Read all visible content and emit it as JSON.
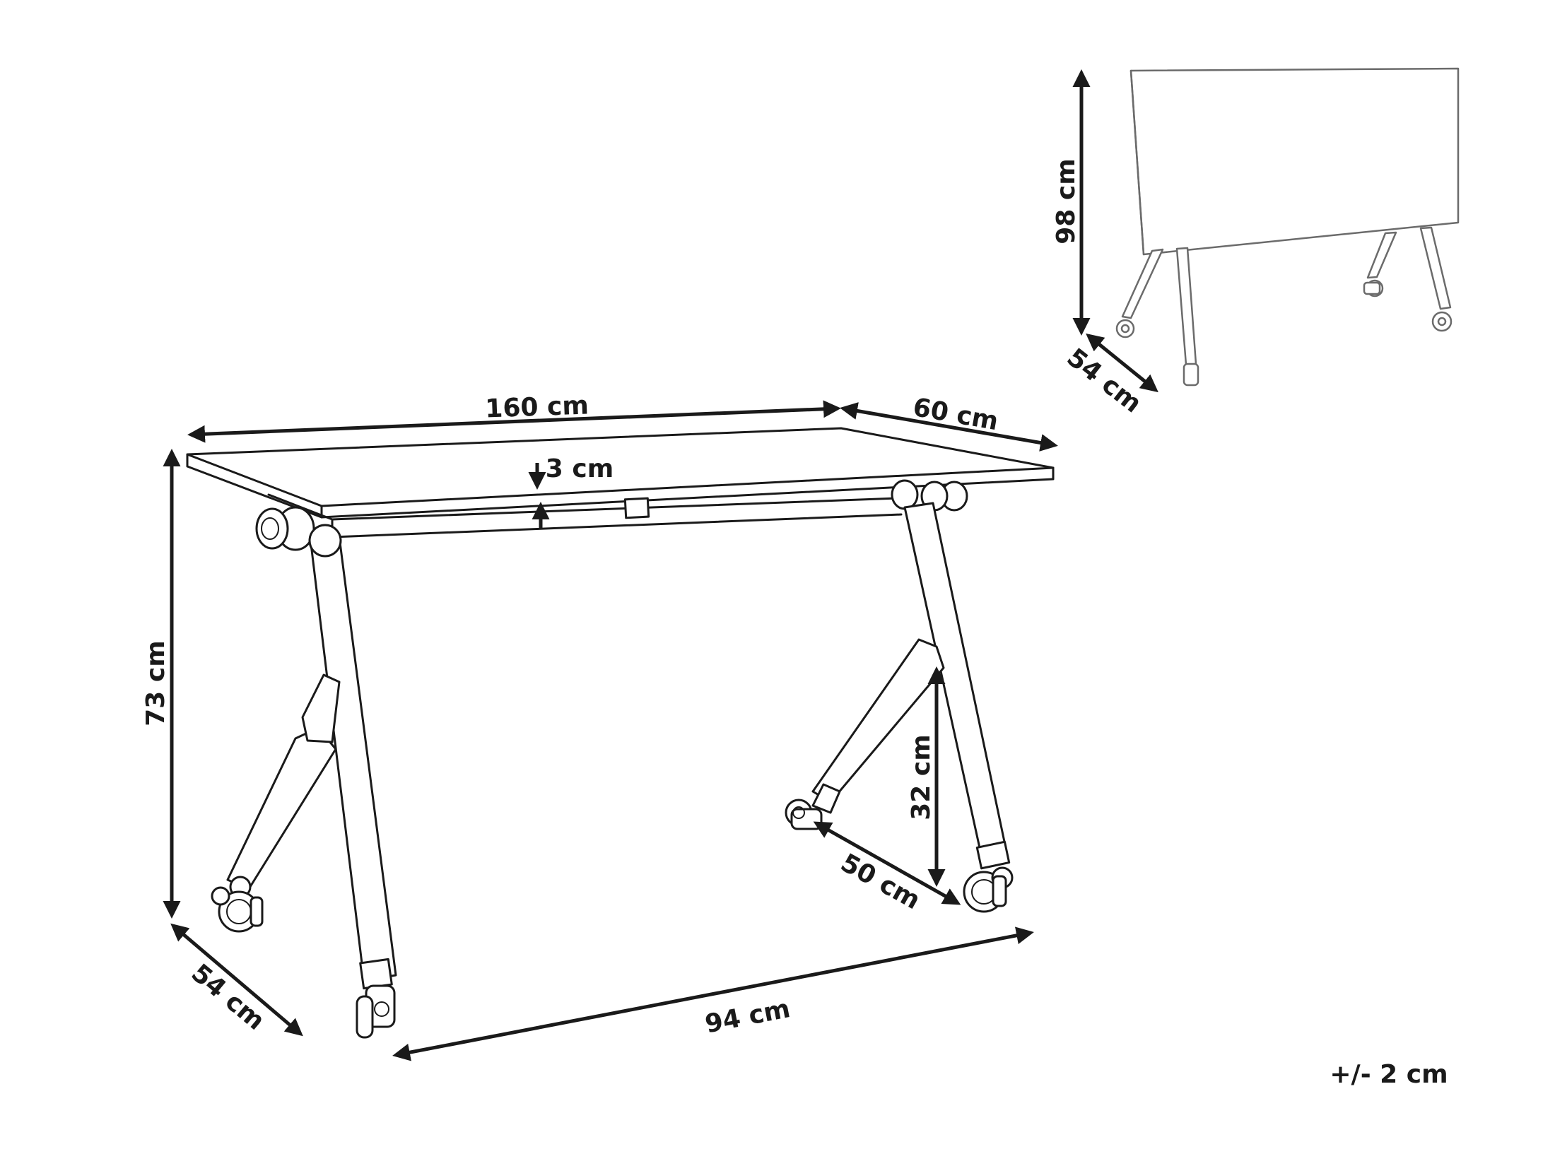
{
  "diagram": {
    "main_view": {
      "width_label": "160 cm",
      "depth_label": "60 cm",
      "top_thickness_label": "3 cm",
      "height_label": "73 cm",
      "foot_depth_label": "54 cm",
      "leg_span_label": "94 cm",
      "brace_height_label": "32 cm",
      "brace_length_label": "50 cm"
    },
    "folded_view": {
      "height_label": "98 cm",
      "depth_label": "54 cm"
    },
    "tolerance_label": "+/- 2 cm"
  }
}
